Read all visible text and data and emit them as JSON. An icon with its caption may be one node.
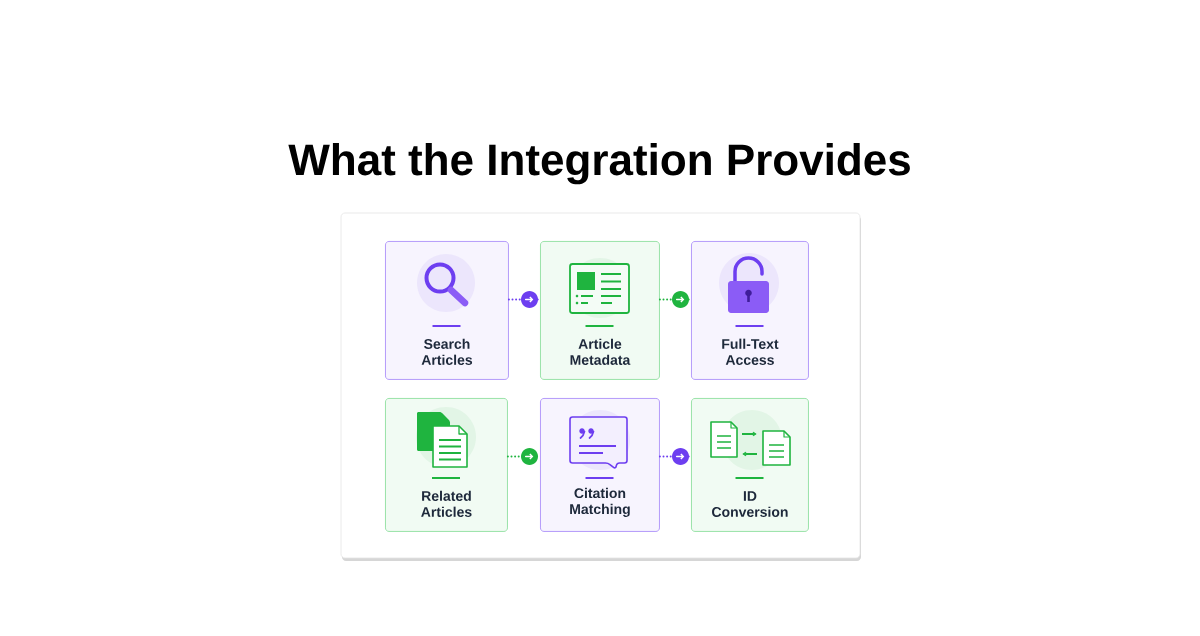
{
  "diagram": {
    "title": "What the Integration Provides",
    "nodes": [
      {
        "text": [
          "Search Articles"
        ]
      },
      {
        "text": [
          "Article Metadata"
        ]
      },
      {
        "text": [
          "Full-Text Access"
        ]
      },
      {
        "text": [
          "Related Articles"
        ]
      },
      {
        "text": [
          "Citation Matching"
        ]
      },
      {
        "text": [
          "ID Conversion"
        ]
      }
    ],
    "edges": [
      {
        "from": 0,
        "to": 1,
        "arrow": "to",
        "color": "#6d3ef0"
      },
      {
        "from": 1,
        "to": 2,
        "arrow": "to",
        "color": "#1fb43f"
      },
      {
        "from": 3,
        "to": 4,
        "arrow": "to",
        "color": "#1fb43f"
      },
      {
        "from": 4,
        "to": 5,
        "arrow": "to",
        "color": "#6d3ef0"
      }
    ]
  }
}
